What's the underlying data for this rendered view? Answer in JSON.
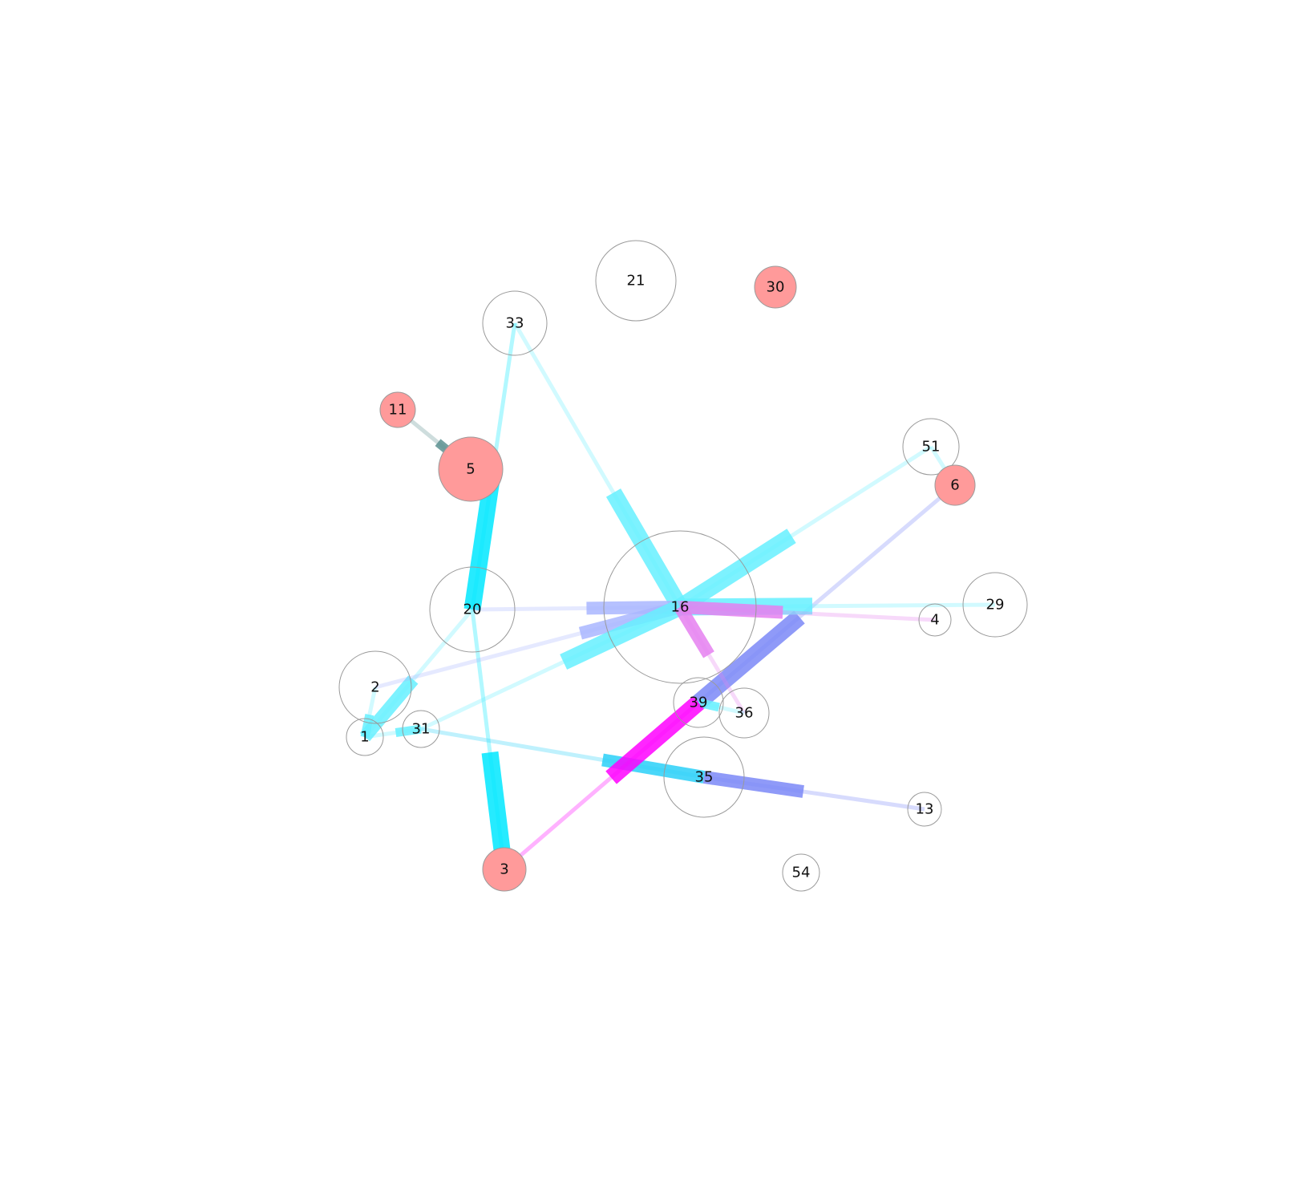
{
  "colors": {
    "node_fill_highlight": "#ff9a9a",
    "node_fill_default": "#ffffff",
    "node_stroke": "#9a9a9a",
    "cyan": "#00e8ff",
    "light_cyan": "#66f0ff",
    "periwinkle": "#7b88f7",
    "lavender": "#a9b6ff",
    "magenta": "#ff00ff",
    "orchid": "#e580f0",
    "teal": "#5c9090",
    "sky": "#2ad0f8"
  },
  "nodes": [
    {
      "id": "21",
      "label": "21",
      "highlight": false
    },
    {
      "id": "30",
      "label": "30",
      "highlight": true
    },
    {
      "id": "33",
      "label": "33",
      "highlight": false
    },
    {
      "id": "11",
      "label": "11",
      "highlight": true
    },
    {
      "id": "5",
      "label": "5",
      "highlight": true
    },
    {
      "id": "51",
      "label": "51",
      "highlight": false
    },
    {
      "id": "6",
      "label": "6",
      "highlight": true
    },
    {
      "id": "16",
      "label": "16",
      "highlight": false
    },
    {
      "id": "20",
      "label": "20",
      "highlight": false
    },
    {
      "id": "29",
      "label": "29",
      "highlight": false
    },
    {
      "id": "4",
      "label": "4",
      "highlight": false
    },
    {
      "id": "2",
      "label": "2",
      "highlight": false
    },
    {
      "id": "39",
      "label": "39",
      "highlight": false
    },
    {
      "id": "36",
      "label": "36",
      "highlight": false
    },
    {
      "id": "1",
      "label": "1",
      "highlight": false
    },
    {
      "id": "31",
      "label": "31",
      "highlight": false
    },
    {
      "id": "35",
      "label": "35",
      "highlight": false
    },
    {
      "id": "13",
      "label": "13",
      "highlight": false
    },
    {
      "id": "3",
      "label": "3",
      "highlight": true
    },
    {
      "id": "54",
      "label": "54",
      "highlight": false
    }
  ],
  "edges": [
    {
      "source": "33",
      "target": "16",
      "color": "light_cyan",
      "weight": 3
    },
    {
      "source": "33",
      "target": "20",
      "color": "cyan",
      "weight": 3
    },
    {
      "source": "11",
      "target": "5",
      "color": "teal",
      "weight": 1
    },
    {
      "source": "51",
      "target": "16",
      "color": "light_cyan",
      "weight": 3
    },
    {
      "source": "51",
      "target": "6",
      "color": "light_cyan",
      "weight": 1
    },
    {
      "source": "6",
      "target": "39",
      "color": "periwinkle",
      "weight": 3
    },
    {
      "source": "29",
      "target": "16",
      "color": "light_cyan",
      "weight": 3
    },
    {
      "source": "4",
      "target": "16",
      "color": "orchid",
      "weight": 2
    },
    {
      "source": "20",
      "target": "16",
      "color": "lavender",
      "weight": 2
    },
    {
      "source": "20",
      "target": "3",
      "color": "cyan",
      "weight": 3
    },
    {
      "source": "20",
      "target": "1",
      "color": "light_cyan",
      "weight": 2
    },
    {
      "source": "2",
      "target": "16",
      "color": "lavender",
      "weight": 2
    },
    {
      "source": "2",
      "target": "1",
      "color": "light_cyan",
      "weight": 1
    },
    {
      "source": "1",
      "target": "31",
      "color": "light_cyan",
      "weight": 1
    },
    {
      "source": "31",
      "target": "16",
      "color": "light_cyan",
      "weight": 3
    },
    {
      "source": "31",
      "target": "35",
      "color": "sky",
      "weight": 2
    },
    {
      "source": "13",
      "target": "35",
      "color": "periwinkle",
      "weight": 2
    },
    {
      "source": "36",
      "target": "16",
      "color": "orchid",
      "weight": 2
    },
    {
      "source": "36",
      "target": "39",
      "color": "light_cyan",
      "weight": 1
    },
    {
      "source": "3",
      "target": "39",
      "color": "magenta",
      "weight": 3
    }
  ]
}
